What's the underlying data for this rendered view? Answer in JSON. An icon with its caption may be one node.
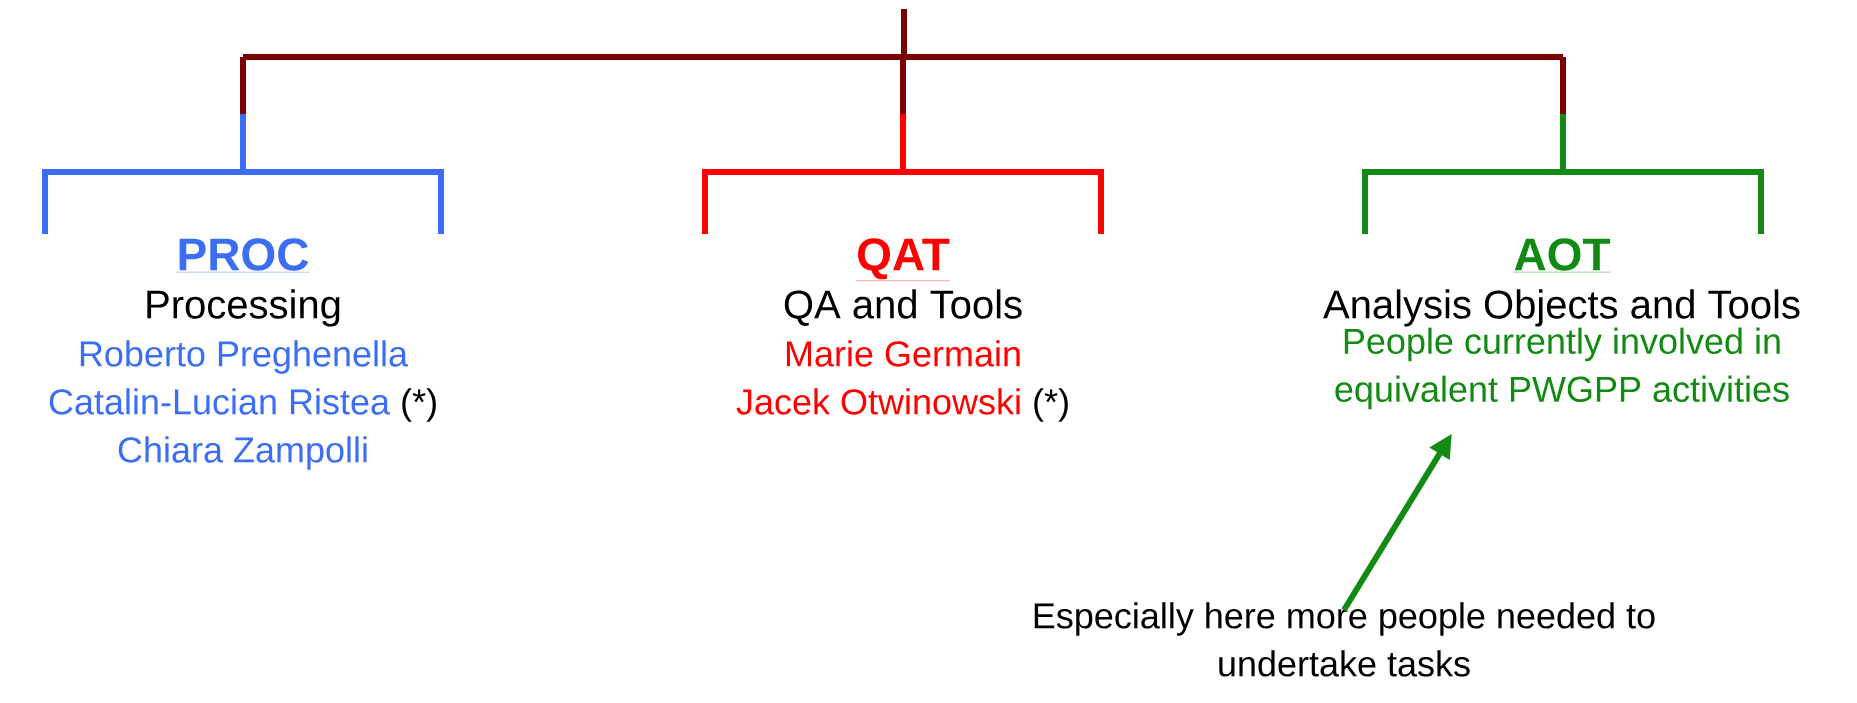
{
  "diagram": {
    "nodes": [
      {
        "text": [
          "PROC",
          "Processing",
          "Roberto Preghenella",
          "Catalin-Lucian Ristea",
          "(*)",
          "Chiara Zampolli"
        ]
      },
      {
        "text": [
          "QAT",
          "QA and Tools",
          "Marie Germain",
          "Jacek Otwinowski",
          "(*)"
        ]
      },
      {
        "text": [
          "AOT",
          "Analysis Objects and Tools",
          "People currently involved in equivalent PWGPP activities"
        ]
      },
      {
        "text": [
          "Especially here more people needed to undertake tasks"
        ]
      }
    ],
    "edges": [
      {
        "from": null,
        "to": 0,
        "arrow": "none",
        "color": "#3b6ef5"
      },
      {
        "from": null,
        "to": 1,
        "arrow": "none",
        "color": "#ff0000"
      },
      {
        "from": null,
        "to": 2,
        "arrow": "none",
        "color": "#138a13"
      },
      {
        "from": 3,
        "to": 2,
        "arrow": "to",
        "color": "#138a13"
      }
    ]
  }
}
